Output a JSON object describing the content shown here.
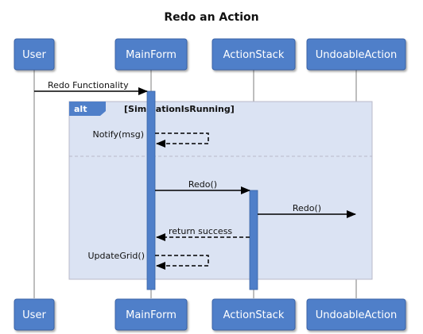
{
  "diagram": {
    "title": "Redo an Action",
    "participants": [
      {
        "id": "user",
        "label": "User"
      },
      {
        "id": "mainform",
        "label": "MainForm"
      },
      {
        "id": "actionstack",
        "label": "ActionStack"
      },
      {
        "id": "undoableaction",
        "label": "UndoableAction"
      }
    ],
    "fragment": {
      "operator": "alt",
      "guard": "[SimulationIsRunning]"
    },
    "messages": [
      {
        "from": "user",
        "to": "mainform",
        "label": "Redo Functionality",
        "style": "solid"
      },
      {
        "from": "mainform",
        "to": "mainform",
        "label": "Notify(msg)",
        "style": "dashed-self"
      },
      {
        "from": "mainform",
        "to": "actionstack",
        "label": "Redo()",
        "style": "solid"
      },
      {
        "from": "actionstack",
        "to": "undoableaction",
        "label": "Redo()",
        "style": "solid"
      },
      {
        "from": "actionstack",
        "to": "mainform",
        "label": "return success",
        "style": "dashed"
      },
      {
        "from": "mainform",
        "to": "mainform",
        "label": "UpdateGrid()",
        "style": "dashed-self"
      }
    ],
    "colors": {
      "actor_fill": "#4f7fc9",
      "actor_stroke": "#3a63a6",
      "lifeline": "#a9a9a9",
      "activation": "#4f7fc9",
      "fragment_fill": "#dbe3f3",
      "fragment_stroke": "#b8b8c8",
      "fragment_tag": "#4f7fc9",
      "arrow": "#000000"
    }
  }
}
